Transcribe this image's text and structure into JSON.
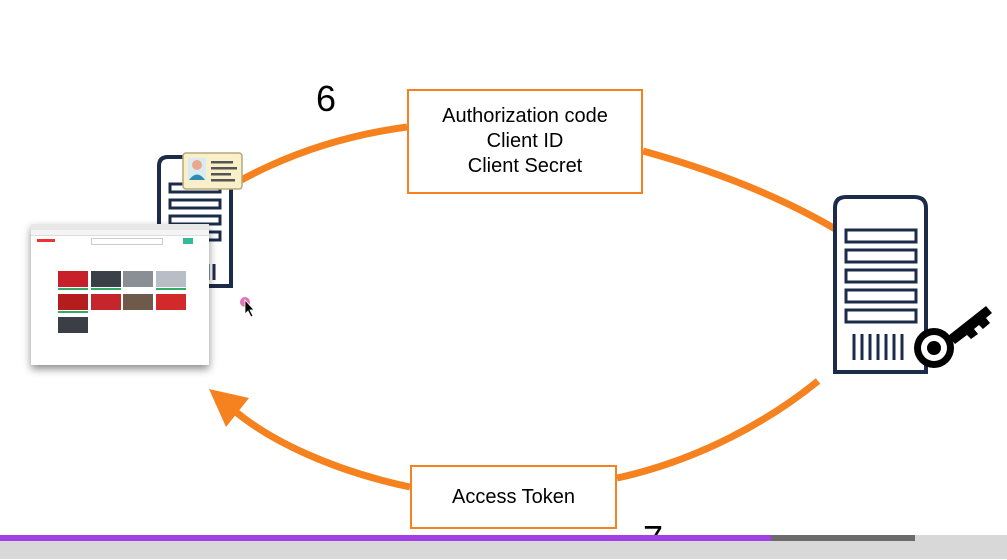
{
  "diagram": {
    "step_top": "6",
    "step_bottom": "7",
    "request_box": {
      "line1": "Authorization code",
      "line2": "Client ID",
      "line3": "Client Secret"
    },
    "response_box": {
      "label": "Access Token"
    },
    "colors": {
      "arrow": "#f5821f",
      "server": "#1d2b4a",
      "box_border": "#f5821f",
      "progress": "#a23ee6"
    },
    "icons": [
      "browser-window-icon",
      "client-server-icon",
      "id-card-icon",
      "auth-server-icon",
      "key-icon",
      "cursor-icon"
    ]
  },
  "player": {
    "progress_fraction": 0.766
  }
}
